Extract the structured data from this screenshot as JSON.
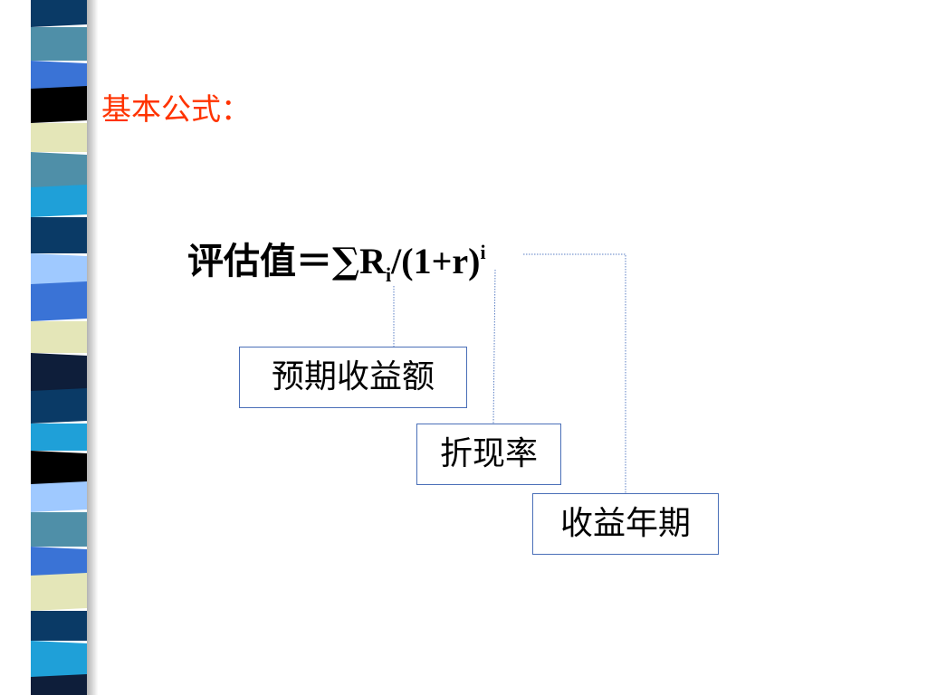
{
  "heading": "基本公式：",
  "formula": {
    "lhs": "评估值＝∑",
    "term": "R",
    "term_sub": "i",
    "divisor": "/(1+r)",
    "exponent": "i"
  },
  "callouts": {
    "expected_return": "预期收益额",
    "discount_rate": "折现率",
    "return_period": "收益年期"
  },
  "colors": {
    "heading": "#ff3300",
    "callout_border": "#4a6fb8",
    "connector": "#5b7fc4",
    "strip": [
      "#0a3a66",
      "#4f8fa8",
      "#3a73d6",
      "#000000",
      "#e4e6b8",
      "#1fa0d8",
      "#9fc9ff",
      "#0e1e3a"
    ]
  }
}
